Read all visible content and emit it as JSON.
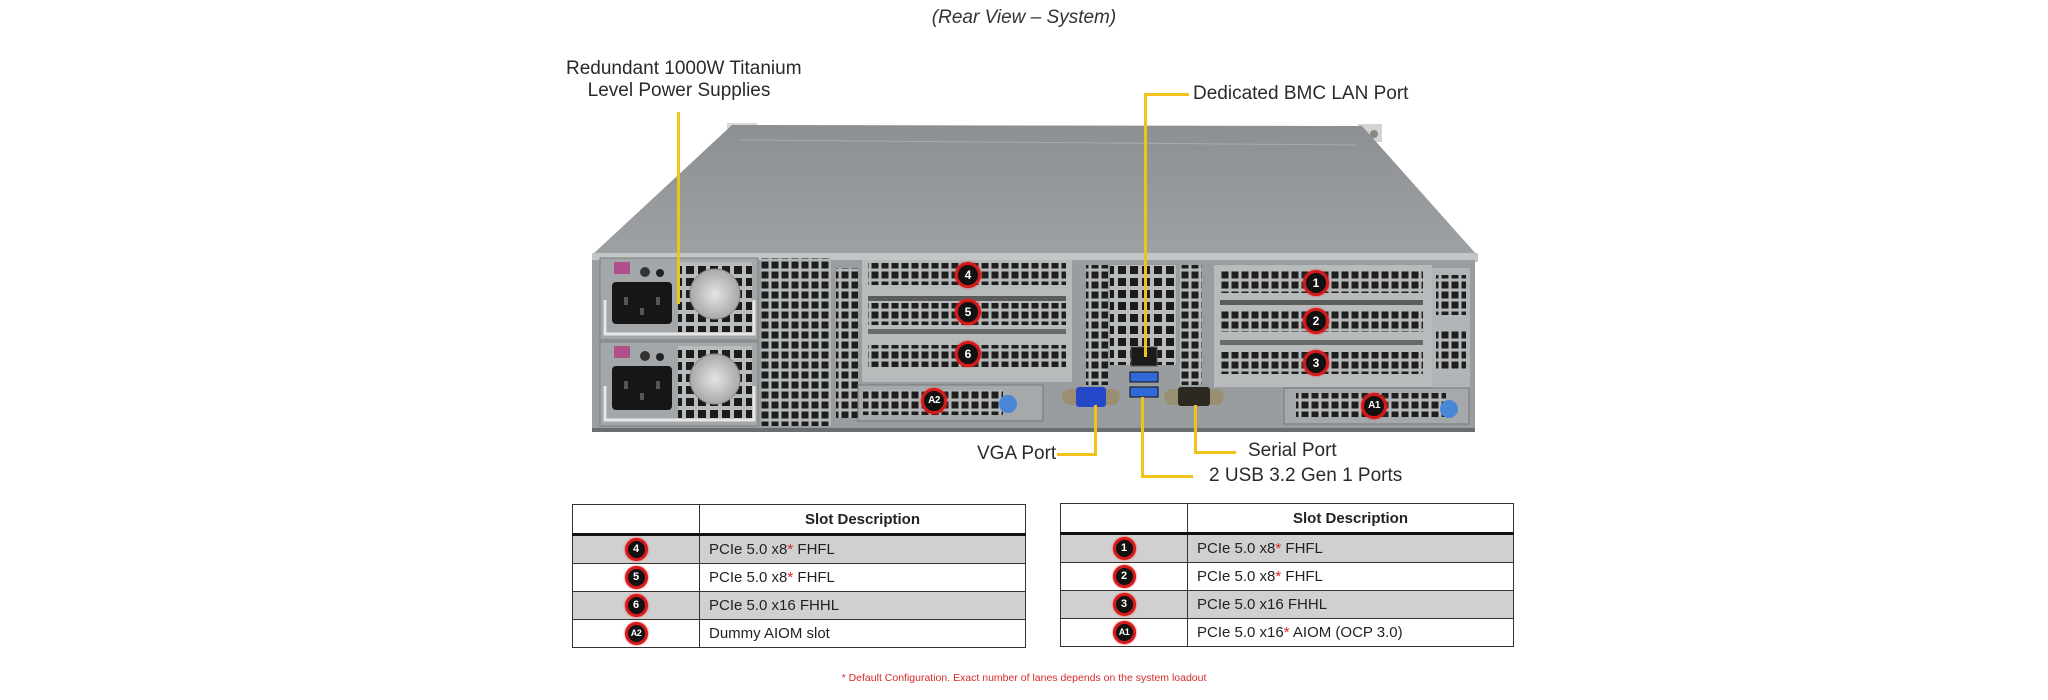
{
  "title": "(Rear View – System)",
  "callouts": {
    "power_supplies": [
      "Redundant  1000W Titanium",
      "Level Power Supplies"
    ],
    "bmc_lan": "Dedicated BMC LAN Port",
    "vga": "VGA Port",
    "serial": "Serial Port",
    "usb": "2 USB 3.2 Gen 1 Ports"
  },
  "chassis_badges": {
    "slot4": "4",
    "slot5": "5",
    "slot6": "6",
    "slotA2": "A2",
    "slot1": "1",
    "slot2": "2",
    "slot3": "3",
    "slotA1": "A1"
  },
  "colors": {
    "callout_line": "#f2c11a",
    "badge_ring": "#d41a1a",
    "badge_fill": "#111111",
    "table_shade": "#d0d0d0",
    "footnote": "#d42b2b"
  },
  "tables": [
    {
      "header": [
        "",
        "Slot Description"
      ],
      "rows": [
        {
          "slot": "4",
          "desc": "PCIe 5.0 x8",
          "star": "*",
          "suffix": " FHFL",
          "shaded": true
        },
        {
          "slot": "5",
          "desc": "PCIe 5.0 x8",
          "star": "*",
          "suffix": " FHFL",
          "shaded": false
        },
        {
          "slot": "6",
          "desc": "PCIe 5.0 x16 FHHL",
          "star": "",
          "suffix": "",
          "shaded": true
        },
        {
          "slot": "A2",
          "desc": "Dummy AIOM slot",
          "star": "",
          "suffix": "",
          "shaded": false
        }
      ]
    },
    {
      "header": [
        "",
        "Slot Description"
      ],
      "rows": [
        {
          "slot": "1",
          "desc": "PCIe 5.0 x8",
          "star": "*",
          "suffix": " FHFL",
          "shaded": true
        },
        {
          "slot": "2",
          "desc": "PCIe 5.0 x8",
          "star": "*",
          "suffix": " FHFL",
          "shaded": false
        },
        {
          "slot": "3",
          "desc": "PCIe 5.0 x16 FHHL",
          "star": "",
          "suffix": "",
          "shaded": true
        },
        {
          "slot": "A1",
          "desc": "PCIe 5.0 x16",
          "star": "*",
          "suffix": " AIOM (OCP 3.0)",
          "shaded": false
        }
      ]
    }
  ],
  "footnote": "* Default Configuration. Exact number of lanes depends on the system loadout"
}
